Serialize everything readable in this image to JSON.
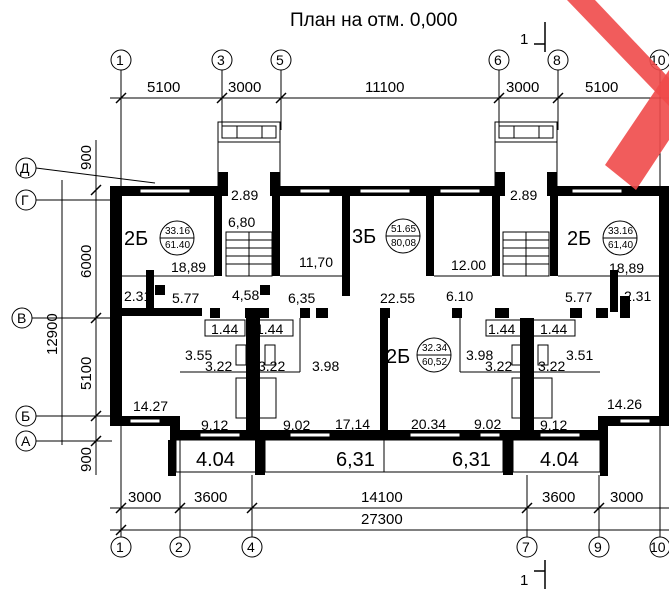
{
  "title": "План на отм. 0,000",
  "section_mark": "1",
  "axes_top": [
    "1",
    "3",
    "5",
    "6",
    "8",
    "10"
  ],
  "axes_bottom": [
    "1",
    "2",
    "4",
    "7",
    "9",
    "10"
  ],
  "axes_left": [
    "Д",
    "Г",
    "В",
    "Б",
    "А"
  ],
  "dims_top": [
    "5100",
    "3000",
    "11100",
    "3000",
    "5100"
  ],
  "dims_bottom": [
    "3000",
    "3600",
    "14100",
    "3600",
    "3000"
  ],
  "dim_total": "27300",
  "dims_left": [
    "900",
    "6000",
    "12900",
    "5100",
    "900"
  ],
  "apartments": [
    {
      "type": "2Б",
      "living": "33.16",
      "total": "61.40"
    },
    {
      "type": "3Б",
      "living": "51.65",
      "total": "80,08"
    },
    {
      "type": "2Б",
      "living": "33.16",
      "total": "61,40"
    },
    {
      "type": "2Б",
      "living": "32.34",
      "total": "60,52"
    }
  ],
  "rooms": {
    "r1": "2.89",
    "r2": "6,80",
    "r3": "18,89",
    "r4": "2.31",
    "r5": "5.77",
    "r6": "4,58",
    "r7": "11,70",
    "r8": "6,35",
    "r9": "22.55",
    "r10": "12.00",
    "r11": "6.10",
    "r12": "2.89",
    "r13": "18,89",
    "r14": "5.77",
    "r15": "2.31",
    "r16": "1.44",
    "r17": "1.44",
    "r18": "3.55",
    "r19": "3.22",
    "r20": "3.22",
    "r21": "3.98",
    "r22": "14.27",
    "r23": "9.12",
    "r24": "9.02",
    "r25": "17,14",
    "r26": "20.34",
    "r27": "9.02",
    "r28": "1.44",
    "r29": "1.44",
    "r30": "3.98",
    "r31": "3.22",
    "r32": "3.22",
    "r33": "3.51",
    "r34": "14.26",
    "r35": "9.12",
    "r36": "4.04",
    "r37": "6,31",
    "r38": "6,31",
    "r39": "4.04"
  },
  "overlay_color": "#f04a4a"
}
